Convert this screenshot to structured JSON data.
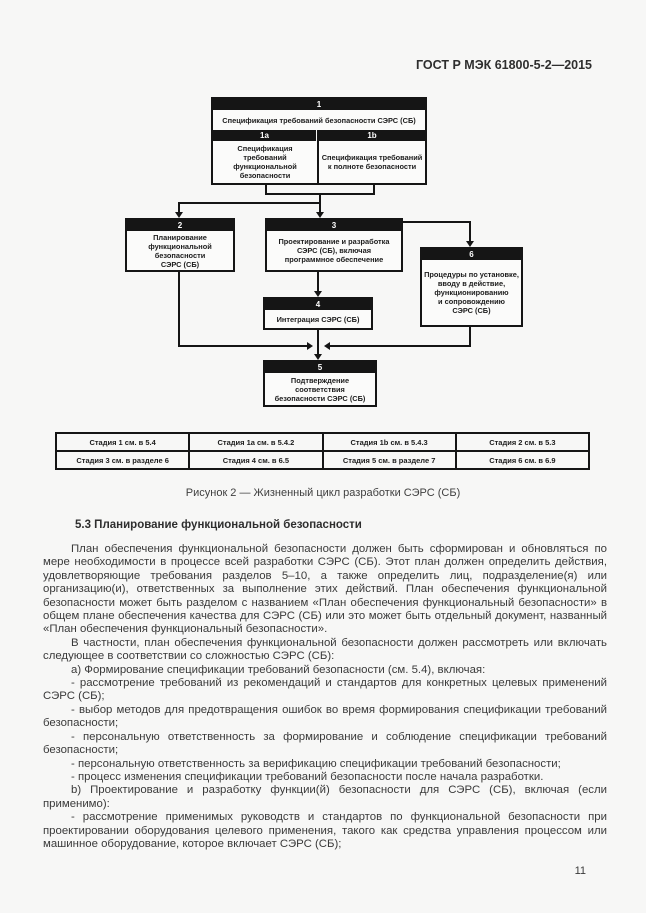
{
  "header": {
    "title": "ГОСТ Р МЭК 61800-5-2—2015"
  },
  "diagram": {
    "box1": {
      "num": "1",
      "label": "Спецификация требований безопасности СЭРС (СБ)",
      "sub_a": {
        "num": "1a",
        "label": "Спецификация требований\nфункциональной безопасности"
      },
      "sub_b": {
        "num": "1b",
        "label": "Спецификация требований\nк полноте безопасности"
      }
    },
    "box2": {
      "num": "2",
      "label": "Планирование\nфункциональной безопасности\nСЭРС (СБ)"
    },
    "box3": {
      "num": "3",
      "label": "Проектирование и разработка\nСЭРС (СБ), включая\nпрограммное обеспечение"
    },
    "box4": {
      "num": "4",
      "label": "Интеграция СЭРС (СБ)"
    },
    "box5": {
      "num": "5",
      "label": "Подтверждение соответствия\nбезопасности СЭРС (СБ)"
    },
    "box6": {
      "num": "6",
      "label": "Процедуры по установке,\nвводу в действие,\nфункционированию\nи сопровождению\nСЭРС (СБ)"
    }
  },
  "stage_table": {
    "rows": [
      [
        "Стадия 1 см. в 5.4",
        "Стадия 1a см. в 5.4.2",
        "Стадия 1b см. в 5.4.3",
        "Стадия 2 см. в 5.3"
      ],
      [
        "Стадия 3 см. в разделе 6",
        "Стадия 4 см. в 6.5",
        "Стадия 5 см. в разделе 7",
        "Стадия 6 см. в 6.9"
      ]
    ]
  },
  "figure_caption": "Рисунок 2 — Жизненный цикл разработки СЭРС (СБ)",
  "section": {
    "heading": "5.3 Планирование функциональной безопасности"
  },
  "paragraphs": [
    "План обеспечения функциональной безопасности должен быть сформирован и обновляться по мере необходимости в процессе всей разработки СЭРС (СБ). Этот план должен определить действия, удовлетворяющие требования разделов 5–10, а также определить лиц, подразделение(я) или организацию(и), ответственных за выполнение этих действий. План обеспечения функциональной безопасности может быть разделом с названием «План обеспечения функциональный безопасности» в общем плане обеспечения качества для СЭРС (СБ) или это может быть отдельный документ, названный «План обеспечения функциональный безопасности».",
    "В частности, план обеспечения функциональной безопасности должен рассмотреть или включать следующее в соответствии со сложностью СЭРС (СБ):",
    "а) Формирование спецификации требований безопасности (см. 5.4), включая:",
    "- рассмотрение требований из рекомендаций и стандартов для конкретных целевых применений СЭРС (СБ);",
    "- выбор методов для предотвращения ошибок во время формирования спецификации требований безопасности;",
    "- персональную ответственность за формирование и соблюдение спецификации требований безопасности;",
    "- персональную ответственность за верификацию спецификации требований безопасности;",
    "- процесс изменения спецификации требований безопасности после начала разработки.",
    "b) Проектирование и разработку функции(й) безопасности для СЭРС (СБ), включая (если применимо):",
    "- рассмотрение применимых руководств и стандартов по функциональной безопасности при проектировании оборудования целевого применения, такого как средства управления процессом или машинное оборудование, которое включает СЭРС (СБ);"
  ],
  "page_number": "11"
}
